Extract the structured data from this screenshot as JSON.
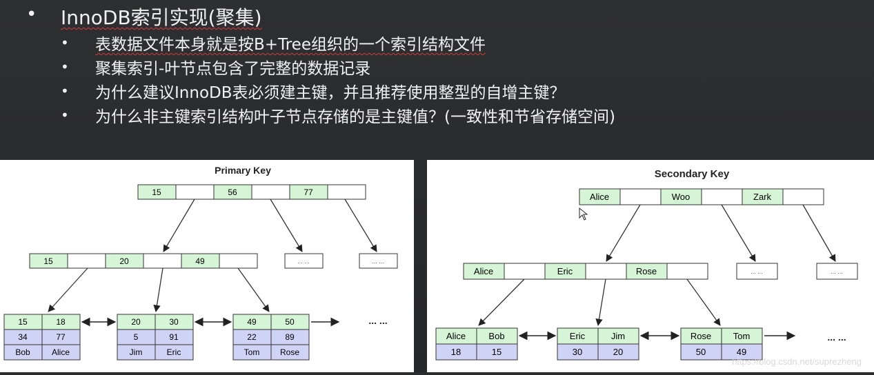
{
  "slide": {
    "title": "InnoDB索引实现(聚集)",
    "bullets": [
      "表数据文件本身就是按B+Tree组织的一个索引结构文件",
      "聚集索引-叶节点包含了完整的数据记录",
      "为什么建议InnoDB表必须建主键，并且推荐使用整型的自增主键？",
      "为什么非主键索引结构叶子节点存储的是主键值？(一致性和节省存储空间)"
    ],
    "bullet_symbol": "•"
  },
  "primary": {
    "title": "Primary Key",
    "root": [
      "15",
      "56",
      "77"
    ],
    "mid": [
      "15",
      "20",
      "49"
    ],
    "placeholder": "... ...",
    "leaves": [
      {
        "keys": [
          "15",
          "18"
        ],
        "row2": [
          "34",
          "77"
        ],
        "row3": [
          "Bob",
          "Alice"
        ]
      },
      {
        "keys": [
          "20",
          "30"
        ],
        "row2": [
          "5",
          "91"
        ],
        "row3": [
          "Jim",
          "Eric"
        ]
      },
      {
        "keys": [
          "49",
          "50"
        ],
        "row2": [
          "22",
          "89"
        ],
        "row3": [
          "Tom",
          "Rose"
        ]
      }
    ],
    "more": "... ..."
  },
  "secondary": {
    "title": "Secondary Key",
    "root": [
      "Alice",
      "Woo",
      "Zark"
    ],
    "mid": [
      "Alice",
      "Eric",
      "Rose"
    ],
    "placeholder": "... ...",
    "leaves": [
      {
        "keys": [
          "Alice",
          "Bob"
        ],
        "row2": [
          "18",
          "15"
        ]
      },
      {
        "keys": [
          "Eric",
          "Jim"
        ],
        "row2": [
          "30",
          "20"
        ]
      },
      {
        "keys": [
          "Rose",
          "Tom"
        ],
        "row2": [
          "50",
          "49"
        ]
      }
    ],
    "more": "... ..."
  },
  "colors": {
    "key_cell": "#d6f5d6",
    "value_cell": "#cfd3f5",
    "cell_border": "#333333"
  },
  "watermark": "https://blog.csdn.net/suprezheng"
}
